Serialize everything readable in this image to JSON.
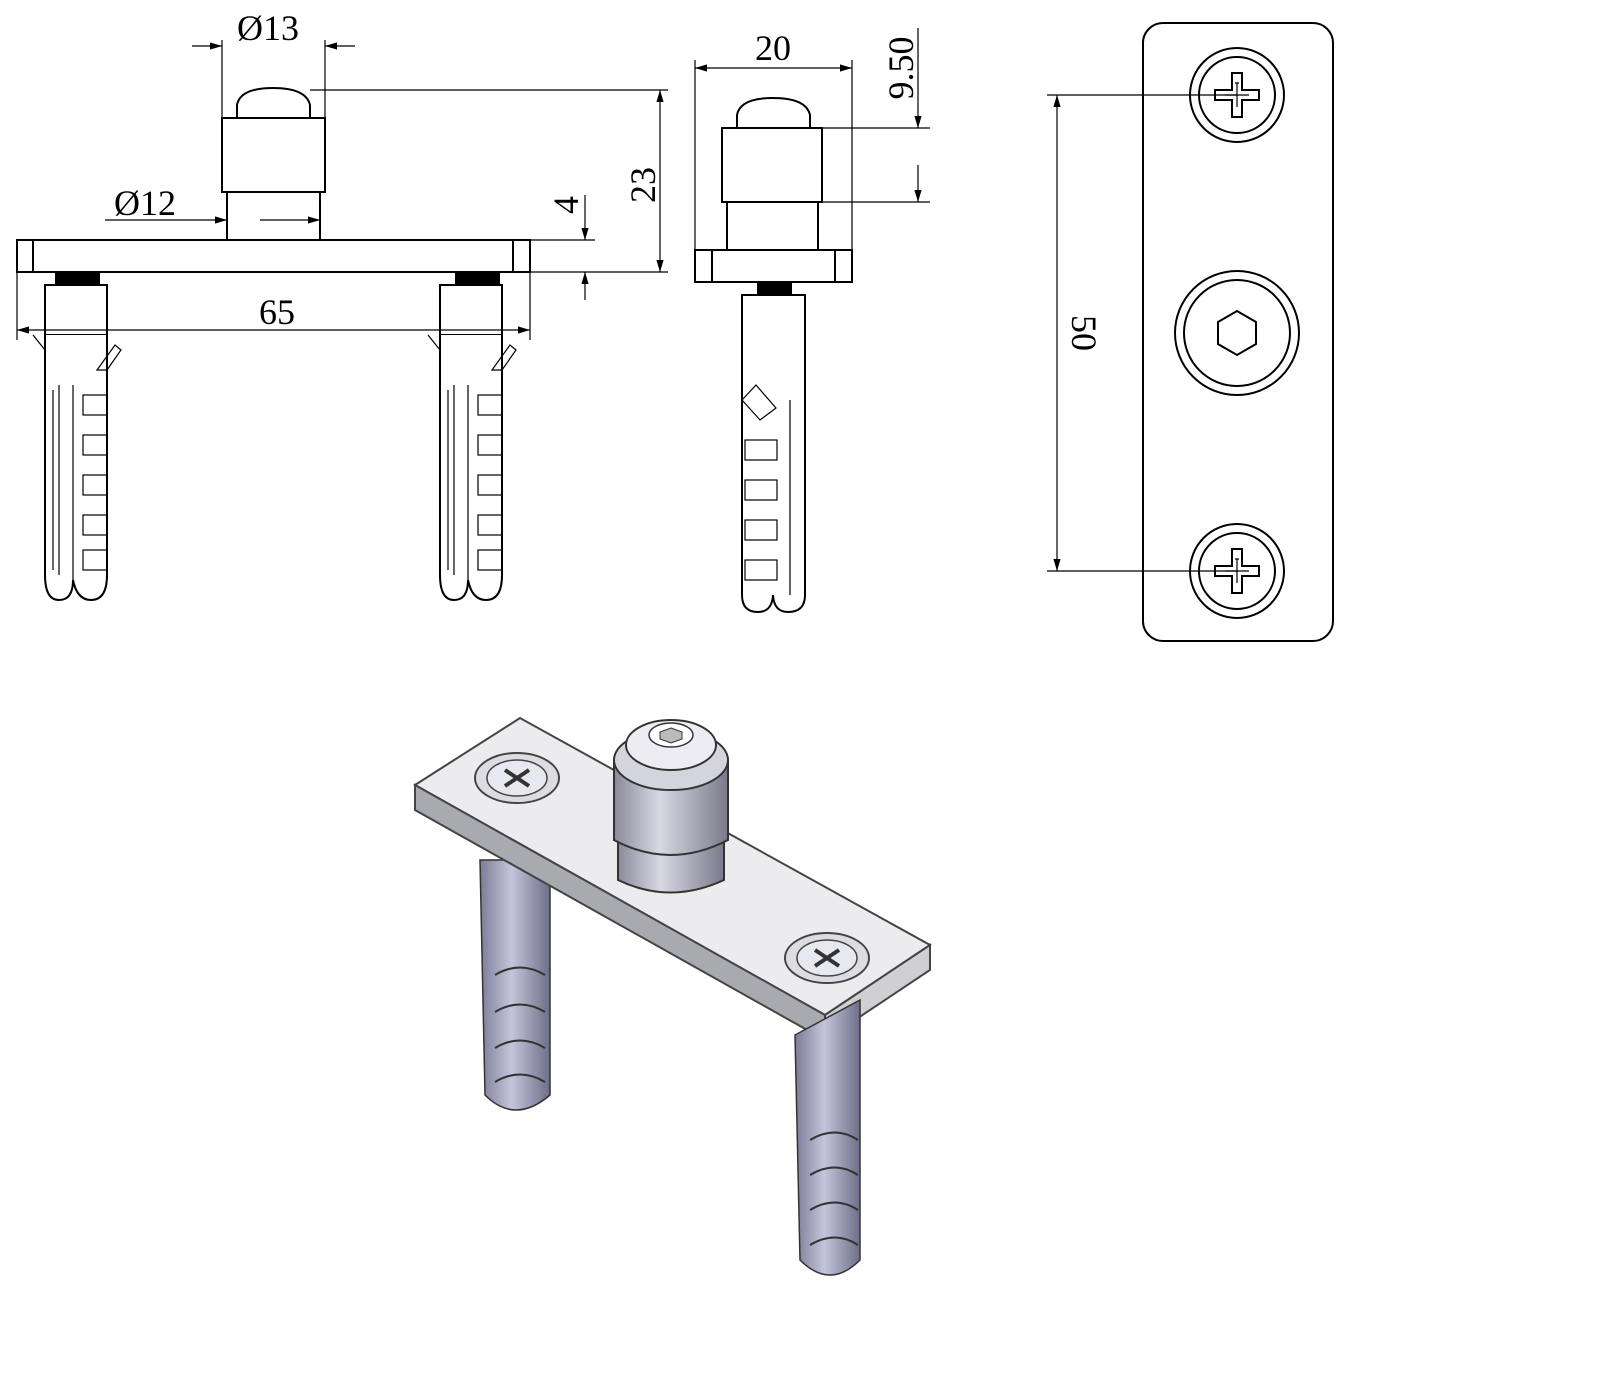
{
  "dimensions": {
    "front_cap_diameter": "Ø13",
    "front_shaft_diameter": "Ø12",
    "front_height": "23",
    "plate_thickness": "4",
    "plate_length": "65",
    "side_width": "20",
    "side_cap_height": "9.50",
    "top_screw_spacing": "50"
  },
  "colors": {
    "line": "#000000",
    "metal_light": "#e6e6e8",
    "metal_mid": "#b9b9c4",
    "anchor": "#a8a8c0"
  }
}
